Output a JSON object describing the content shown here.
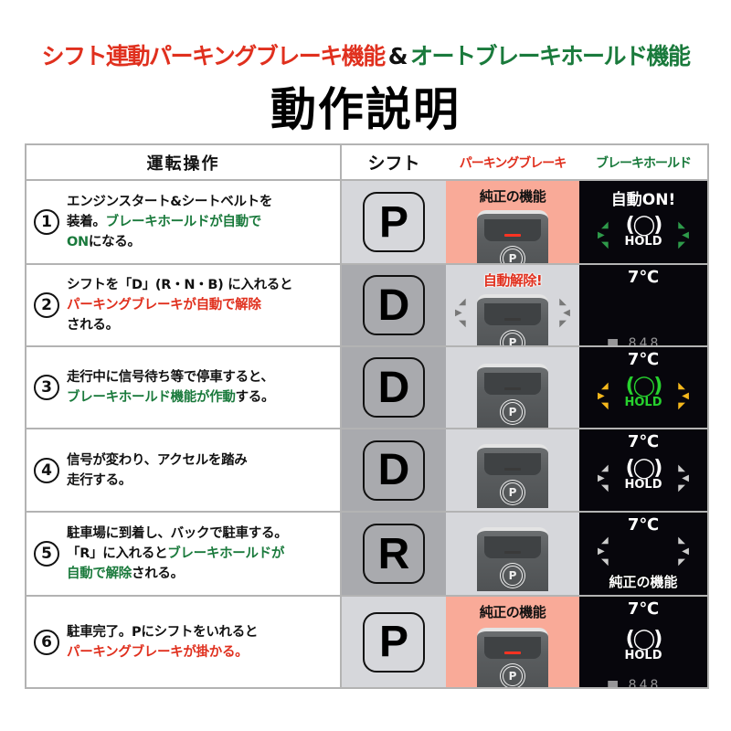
{
  "title": {
    "line1_red": "シフト連動パーキングブレーキ機能",
    "line1_amp": "&",
    "line1_green": "オートブレーキホールド機能",
    "line2": "動作説明"
  },
  "colors": {
    "red": "#e0301e",
    "green": "#1a7a3c",
    "salmon": "#f9aa98",
    "light_gray": "#d6d7db",
    "dark_gray": "#a9aaae",
    "display_bg": "#07060c",
    "hold_green": "#27d22e",
    "arrow_yellow": "#f5b81c"
  },
  "header": {
    "operation": "運転操作",
    "shift": "シフト",
    "parking_brake": "パーキングブレーキ",
    "brake_hold": "ブレーキホールド"
  },
  "rows": [
    {
      "num": "1",
      "text": [
        {
          "t": "エンジンスタート&シートベルトを",
          "c": ""
        },
        {
          "t": "装着。",
          "c": ""
        },
        {
          "t": "ブレーキホールドが自動で",
          "c": "g"
        },
        {
          "t": "ON",
          "c": "g"
        },
        {
          "t": "になる。",
          "c": ""
        }
      ],
      "shift": "P",
      "parking_label": "純正の機能",
      "parking_led_on": true,
      "hold_top": "自動ON!",
      "hold_text": "HOLD",
      "temp": ""
    },
    {
      "num": "2",
      "text": [
        {
          "t": "シフトを「D」(R・N・B) に入れると",
          "c": ""
        },
        {
          "t": "パーキングブレーキが自動で解除",
          "c": "r"
        },
        {
          "t": "される。",
          "c": ""
        }
      ],
      "shift": "D",
      "parking_label": "自動解除!",
      "parking_led_on": false,
      "temp": "7℃"
    },
    {
      "num": "3",
      "text": [
        {
          "t": "走行中に信号待ち等で停車すると、",
          "c": ""
        },
        {
          "t": "ブレーキホールド機能が作動",
          "c": "g"
        },
        {
          "t": "する。",
          "c": ""
        }
      ],
      "shift": "D",
      "parking_led_on": false,
      "temp": "7℃",
      "hold_text": "HOLD"
    },
    {
      "num": "4",
      "text": [
        {
          "t": "信号が変わり、アクセルを踏み",
          "c": ""
        },
        {
          "t": "走行する。",
          "c": ""
        }
      ],
      "shift": "D",
      "parking_led_on": false,
      "temp": "7℃",
      "hold_text": "HOLD"
    },
    {
      "num": "5",
      "text": [
        {
          "t": "駐車場に到着し、バックで駐車する。",
          "c": ""
        },
        {
          "t": "「R」に入れると",
          "c": ""
        },
        {
          "t": "ブレーキホールドが",
          "c": "g"
        },
        {
          "t": "自動で解除",
          "c": "g"
        },
        {
          "t": "される。",
          "c": ""
        }
      ],
      "shift": "R",
      "parking_led_on": false,
      "temp": "7℃",
      "hold_label_bottom": "純正の機能"
    },
    {
      "num": "6",
      "text": [
        {
          "t": "駐車完了。Pにシフトをいれると",
          "c": ""
        },
        {
          "t": "パーキングブレーキが掛かる。",
          "c": "r"
        }
      ],
      "shift": "P",
      "parking_label": "純正の機能",
      "parking_led_on": true,
      "temp": "7℃",
      "hold_text": "HOLD"
    }
  ],
  "icons": {
    "num_circle": "circled-number-icon",
    "gear": "shift-gear-icon",
    "parking_switch": "parking-brake-switch-icon",
    "brake_hold": "brake-hold-indicator-icon",
    "brake_symbol": "(◯)",
    "p_symbol": "P",
    "tri_left": "◀",
    "tri_right": "▶"
  }
}
